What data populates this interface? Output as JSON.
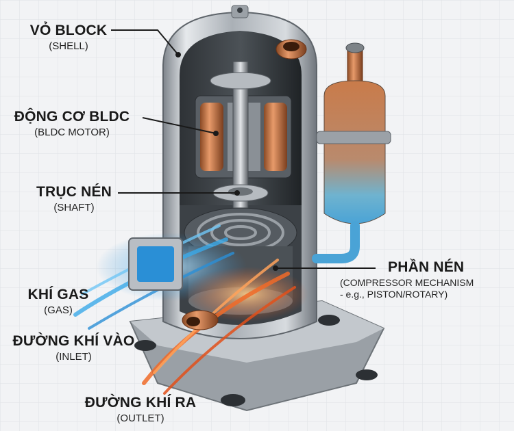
{
  "labels": {
    "shell": {
      "main": "VỎ BLOCK",
      "sub": "(SHELL)"
    },
    "motor": {
      "main": "ĐỘNG CƠ BLDC",
      "sub": "(BLDC MOTOR)"
    },
    "shaft": {
      "main": "TRỤC NÉN",
      "sub": "(SHAFT)"
    },
    "mechanism": {
      "main": "PHẦN NÉN",
      "sub": "(COMPRESSOR MECHANISM",
      "sub2": "- e.g., PISTON/ROTARY)"
    },
    "gas": {
      "main": "KHÍ GAS",
      "sub": "(GAS)"
    },
    "inlet": {
      "main": "ĐƯỜNG KHÍ VÀO",
      "sub": "(INLET)"
    },
    "outlet": {
      "main": "ĐƯỜNG KHÍ RA",
      "sub": "(OUTLET)"
    }
  },
  "colors": {
    "background": "#f2f3f5",
    "shell_metal": "#b9bec4",
    "copper": "#c97b4a",
    "cold_flow": "#3aa9e8",
    "hot_flow": "#f06a28",
    "leader_line": "#1a1a1a"
  }
}
